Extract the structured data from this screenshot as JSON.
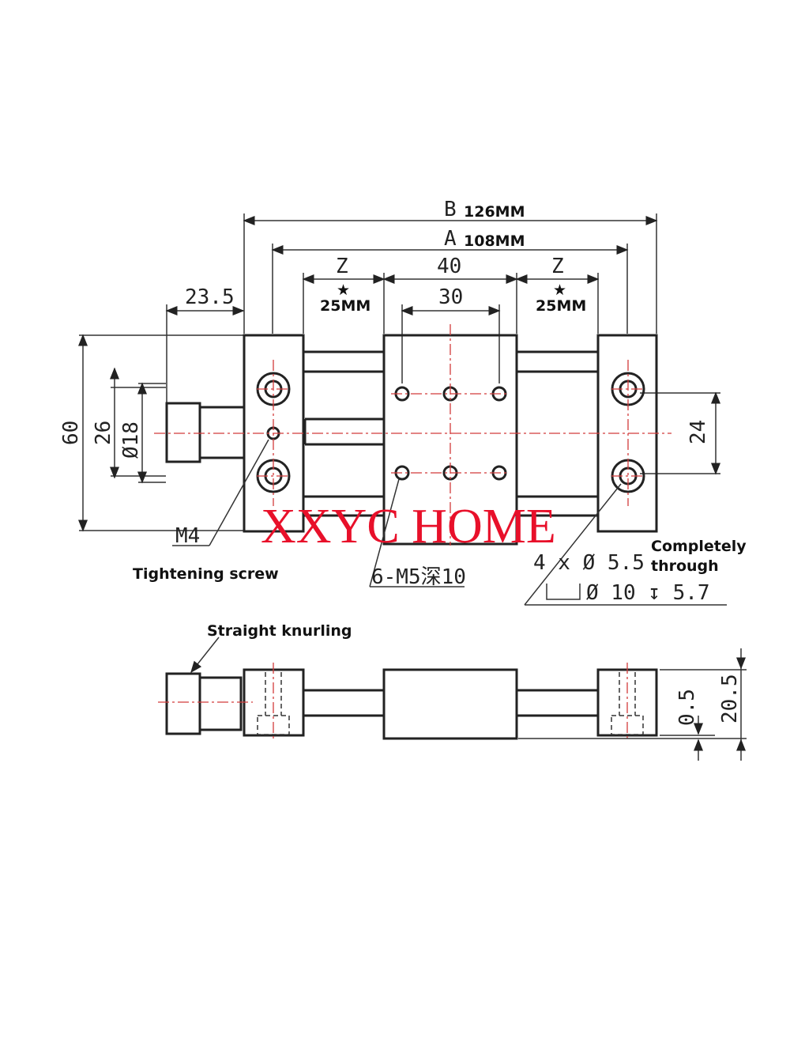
{
  "dimensions": {
    "b_letter": "B",
    "b_value": "126MM",
    "a_letter": "A",
    "a_value": "108MM",
    "z_left_letter": "Z",
    "z_left_star": "★",
    "z_left_value": "25MM",
    "center_40": "40",
    "center_30": "30",
    "z_right_letter": "Z",
    "z_right_star": "★",
    "z_right_value": "25MM",
    "knob_offset": "23.5",
    "height_60": "60",
    "height_26": "26",
    "dia_18": "Ø18",
    "spacing_24": "24",
    "thickness_05": "0.5",
    "height_205": "20.5"
  },
  "callouts": {
    "m4": "M4",
    "tightening_screw": "Tightening screw",
    "m5_holes": "6-M5深10",
    "through_holes": "4 x Ø 5.5",
    "counterbore": "Ø 10 ↧ 5.7",
    "completely": "Completely",
    "through": "through",
    "straight_knurling": "Straight knurling"
  },
  "watermark": "XXYC HOME"
}
